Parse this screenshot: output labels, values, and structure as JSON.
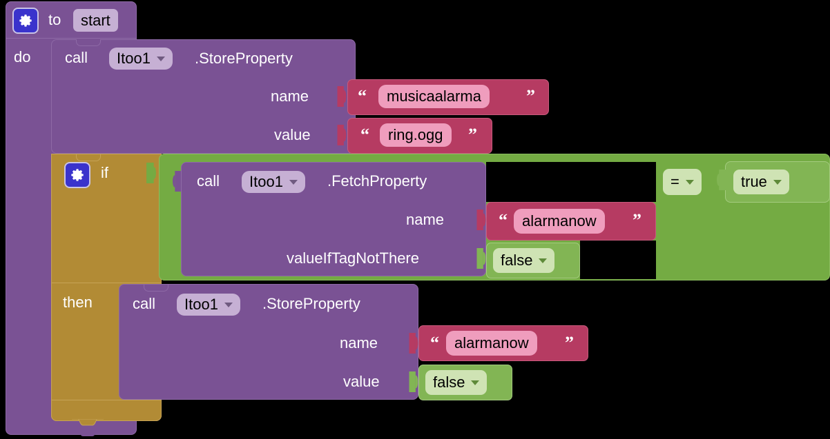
{
  "editor": {
    "name": "app-inventor-blocks-editor",
    "background": "#000000",
    "colors": {
      "procedure_purple": "#7a5294",
      "control_gold": "#b28b35",
      "logic_green": "#74ab43",
      "text_magenta": "#b63b62",
      "mutator_blue": "#3a33cc",
      "field_purple": "#c6b0d4",
      "field_pink": "#ef9dbd",
      "field_green": "#cfe3b4"
    }
  },
  "procedure_block": {
    "name": "to-start-procedure",
    "mutator_icon": "gear-icon",
    "to_label": "to",
    "procedure_name": "start",
    "do_label": "do"
  },
  "store_property_1": {
    "name": "store-property-call-1",
    "call_label": "call",
    "component": "Itoo1",
    "method": ".StoreProperty",
    "args": [
      {
        "label": "name",
        "value": "musicaalarma",
        "kind": "text"
      },
      {
        "label": "value",
        "value": "ring.ogg",
        "kind": "text"
      }
    ]
  },
  "if_block": {
    "name": "if-then-control",
    "mutator_icon": "gear-icon",
    "if_label": "if",
    "then_label": "then"
  },
  "comparison": {
    "name": "equals-comparison",
    "operator": "=",
    "right_operand": "true"
  },
  "fetch_property": {
    "name": "fetch-property-call",
    "call_label": "call",
    "component": "Itoo1",
    "method": ".FetchProperty",
    "args": [
      {
        "label": "name",
        "value": "alarmanow",
        "kind": "text"
      },
      {
        "label": "valueIfTagNotThere",
        "value": "false",
        "kind": "logic"
      }
    ]
  },
  "store_property_2": {
    "name": "store-property-call-2",
    "call_label": "call",
    "component": "Itoo1",
    "method": ".StoreProperty",
    "args": [
      {
        "label": "name",
        "value": "alarmanow",
        "kind": "text"
      },
      {
        "label": "value",
        "value": "false",
        "kind": "logic"
      }
    ]
  },
  "quotes": {
    "open": "“",
    "close": "”"
  }
}
